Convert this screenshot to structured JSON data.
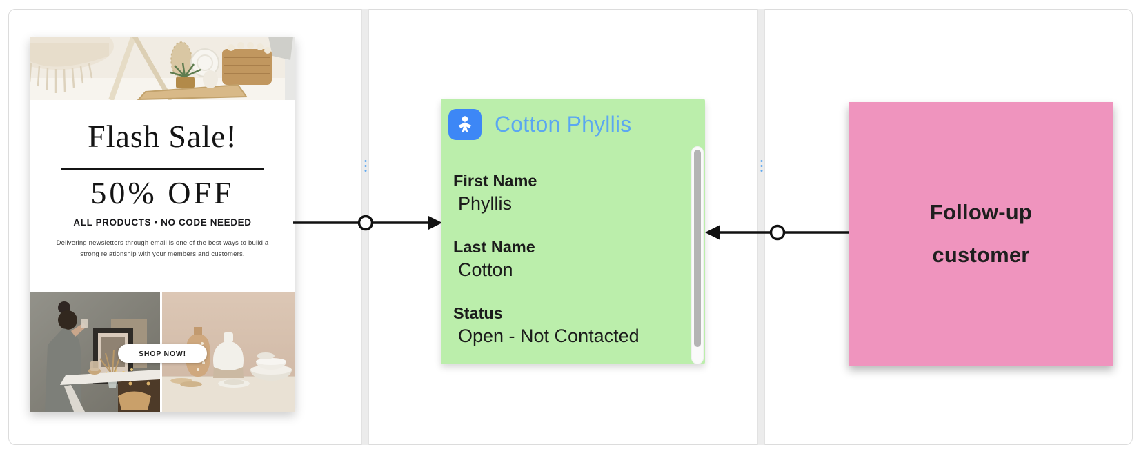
{
  "colors": {
    "contact_card_bg": "#bbeeab",
    "sticky_note_bg": "#ef94be",
    "contact_icon_bg": "#3d87f6",
    "contact_title_color": "#5ba7f0",
    "connector_color": "#111111",
    "divider_handle_color": "#5fa9ef"
  },
  "email": {
    "headline": "Flash Sale!",
    "subheadline": "50% OFF",
    "tagline": "ALL PRODUCTS • NO CODE NEEDED",
    "body": "Delivering newsletters through email is one of the best ways to build a strong relationship with your members and customers.",
    "cta": "SHOP NOW!"
  },
  "contact_card": {
    "icon": "contact-person-icon",
    "title": "Cotton Phyllis",
    "fields": [
      {
        "label": "First Name",
        "value": "Phyllis"
      },
      {
        "label": "Last Name",
        "value": "Cotton"
      },
      {
        "label": "Status",
        "value": "Open - Not Contacted"
      }
    ]
  },
  "sticky_note": {
    "text": "Follow-up customer"
  },
  "connectors": [
    {
      "from": "email-preview",
      "to": "contact-card",
      "direction": "right"
    },
    {
      "from": "sticky-note",
      "to": "contact-card",
      "direction": "left"
    }
  ]
}
